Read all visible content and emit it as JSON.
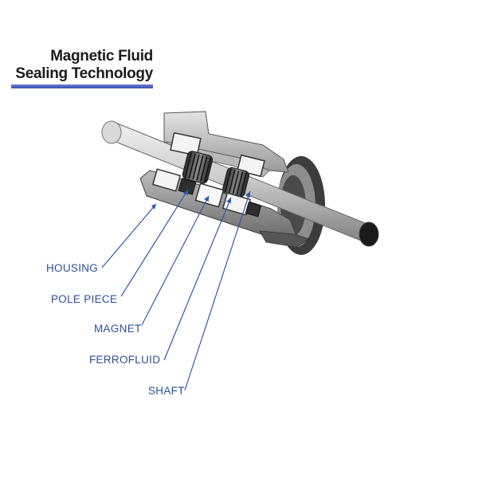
{
  "title": {
    "line1": "Magnetic Fluid",
    "line2": "Sealing Technology"
  },
  "labels": {
    "housing": "HOUSING",
    "pole_piece": "POLE PIECE",
    "magnet": "MAGNET",
    "ferrofluid": "FERROFLUID",
    "shaft": "SHAFT"
  },
  "colors": {
    "accent": "#3a4fb0",
    "label_text": "#2d4f9c",
    "leader_line": "#3558a8",
    "metal_light": "#cfcfcf",
    "metal_mid": "#a9a9a9",
    "metal_dark": "#5c5c5c"
  }
}
